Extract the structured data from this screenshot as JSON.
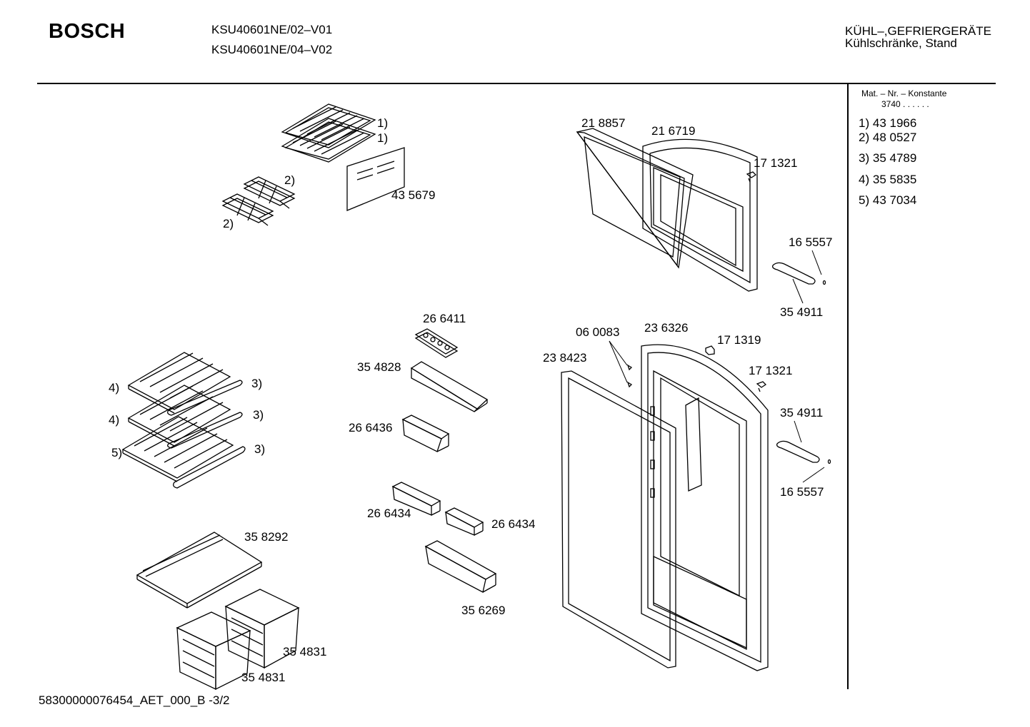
{
  "header": {
    "brand": "BOSCH",
    "models": [
      "KSU40601NE/02–V01",
      "KSU40601NE/04–V02"
    ],
    "category_line1": "KÜHL–,GEFRIERGERÄTE",
    "category_line2": "Kühlschränke, Stand"
  },
  "sidebar": {
    "heading": "Mat. – Nr. – Konstante",
    "constant": "3740",
    "dots": ". .   . . . .",
    "items": [
      {
        "ref": "1)",
        "part": "43 1966"
      },
      {
        "ref": "2)",
        "part": "48 0527"
      },
      {
        "ref": "3)",
        "part": "35 4789"
      },
      {
        "ref": "4)",
        "part": "35 5835"
      },
      {
        "ref": "5)",
        "part": "43 7034"
      }
    ]
  },
  "labels": {
    "ref_1a": "1)",
    "ref_1b": "1)",
    "ref_2a": "2)",
    "ref_2b": "2)",
    "p435679": "43 5679",
    "p218857": "21 8857",
    "p216719": "21 6719",
    "p171321a": "17 1321",
    "p165557a": "16 5557",
    "p354911a": "35 4911",
    "p266411": "26 6411",
    "p060083": "06 0083",
    "p236326": "23 6326",
    "p171319": "17 1319",
    "p354828": "35 4828",
    "p238423": "23 8423",
    "p171321b": "17 1321",
    "p354911b": "35 4911",
    "ref_4a": "4)",
    "ref_3a": "3)",
    "ref_4b": "4)",
    "ref_3b": "3)",
    "ref_5": "5)",
    "ref_3c": "3)",
    "p266436": "26 6436",
    "p165557b": "16 5557",
    "p266434a": "26 6434",
    "p266434b": "26 6434",
    "p358292": "35 8292",
    "p356269": "35 6269",
    "p354831a": "35 4831",
    "p354831b": "35 4831"
  },
  "footer": {
    "doc_code": "58300000076454_AET_000_B -3/2"
  }
}
